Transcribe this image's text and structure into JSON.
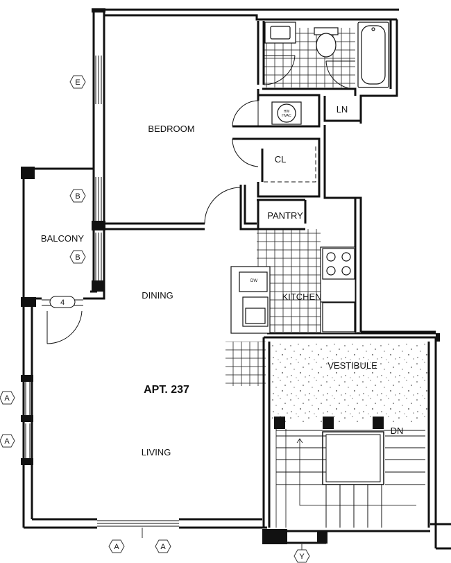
{
  "plan": {
    "apartment": "APT. 237",
    "rooms": {
      "bedroom": "BEDROOM",
      "balcony": "BALCONY",
      "dining": "DINING",
      "living": "LIVING",
      "kitchen": "KITCHEN",
      "pantry": "PANTRY",
      "closet": "CL",
      "linen": "LN",
      "vestibule": "VESTIBULE"
    },
    "labels": {
      "stair_down": "DN",
      "hw_hvac_line1": "HW",
      "hw_hvac_line2": "HVAC",
      "dishwasher": "DW",
      "window_4": "4"
    },
    "tags": {
      "e": "E",
      "b_upper": "B",
      "b_lower": "B",
      "a_left_upper": "A",
      "a_left_lower": "A",
      "a_bottom_left": "A",
      "a_bottom_right": "A",
      "y": "Y"
    }
  }
}
